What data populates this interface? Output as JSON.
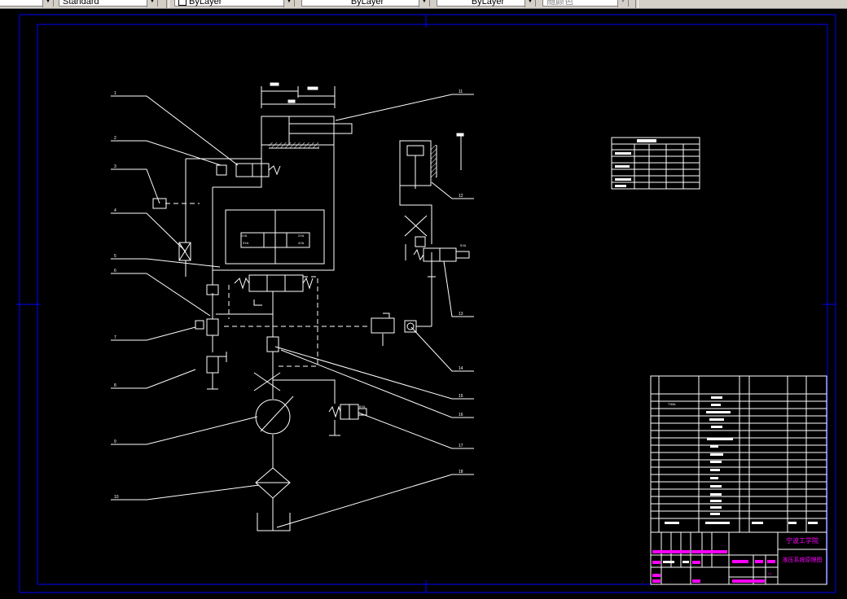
{
  "app": {
    "toolbar": {
      "text_style": "Standard",
      "layer": "ByLayer",
      "linetype": "ByLayer",
      "lineweight": "ByLayer",
      "plot_style": "随颜色"
    }
  },
  "colors": {
    "background": "#000000",
    "lines": "#ffffff",
    "frame": "#0000ff",
    "title_text": "#ff00ff"
  },
  "drawing": {
    "leader_labels_left": [
      "1",
      "2",
      "3",
      "4",
      "5",
      "6",
      "7",
      "8",
      "9",
      "10"
    ],
    "leader_labels_right": [
      "11",
      "12",
      "13",
      "14",
      "15",
      "16",
      "17",
      "18"
    ],
    "valve_labels": {
      "v1": "1YA",
      "v2": "2YA",
      "v3": "3YA",
      "v4": "4YA",
      "v5": "5YA",
      "v6": "6YA"
    },
    "bom_first_name": "T30A",
    "title_block": {
      "school": "宁波工学院",
      "drawing_name": "液压系统原理图",
      "scale": "1:1"
    }
  }
}
